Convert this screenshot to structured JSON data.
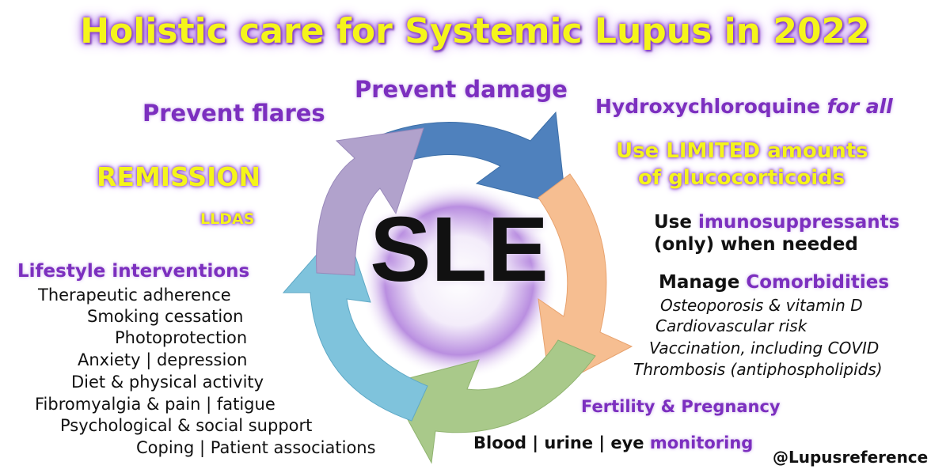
{
  "title": "Holistic care for Systemic Lupus in 2022",
  "center_label": "SLE",
  "left": {
    "prevent_flares": "Prevent flares",
    "remission": "REMISSION",
    "lldas": "LLDAS",
    "lifestyle_heading": "Lifestyle interventions",
    "lifestyle_items": [
      "Therapeutic adherence",
      "Smoking cessation",
      "Photoprotection",
      "Anxiety | depression",
      "Diet & physical activity",
      "Fibromyalgia & pain | fatigue",
      "Psychological & social support",
      "Coping | Patient associations"
    ]
  },
  "top": {
    "prevent_damage": "Prevent damage"
  },
  "right": {
    "hcq_main": "Hydroxychloroquine ",
    "hcq_emph": "for all",
    "gc_line1": "Use LIMITED amounts",
    "gc_line2": "of glucocorticoids",
    "imm_use": "Use ",
    "imm_word": "imunosuppressants",
    "imm_line2": "(only) when needed",
    "manage": "Manage ",
    "comorbidities": "Comorbidities",
    "comorbidity_items": [
      "Osteoporosis & vitamin D",
      "Cardiovascular risk",
      "Vaccination, including COVID",
      "Thrombosis (antiphospholipids)"
    ],
    "fertility": "Fertility & Pregnancy"
  },
  "bottom": {
    "monitoring_prefix": "Blood | urine | eye ",
    "monitoring_word": "monitoring",
    "handle": "@Lupusreference"
  },
  "colors": {
    "purple": "#7c2fbf",
    "yellow": "#f5f51a",
    "arrow_blue": "#4f81bd",
    "arrow_orange": "#f6be91",
    "arrow_green": "#a9c98a",
    "arrow_cyan": "#7fc3dc",
    "arrow_lavender": "#b1a2cc"
  }
}
